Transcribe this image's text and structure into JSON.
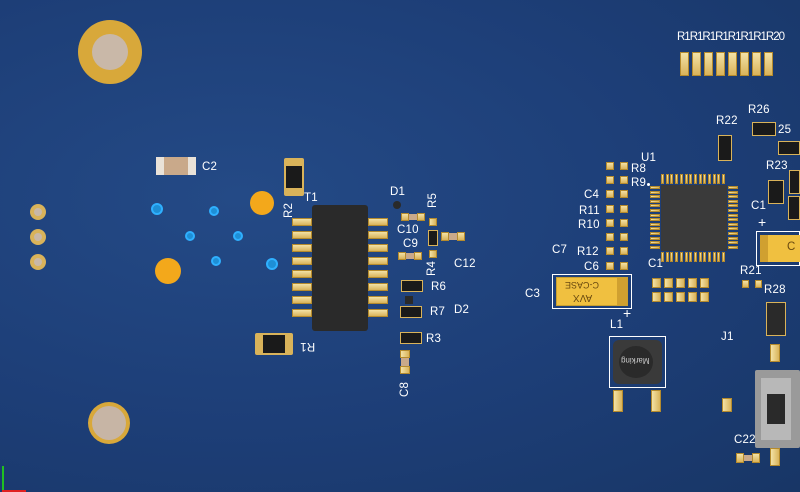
{
  "board": {
    "colors": {
      "substrate": "#1d3e77",
      "copper": "#d9b35a",
      "silkscreen": "#ffffff",
      "via": "#1e8fd6",
      "tantalum": "#f0c040"
    },
    "designators": {
      "R1_20": "R1R1R1R1R1R1R1R20",
      "R26": "R26",
      "R22": "R22",
      "R25": "25",
      "R23": "R23",
      "U1": "U1",
      "R8": "R8",
      "R9": "R9",
      "C4": "C4",
      "R11": "R11",
      "R10": "R10",
      "C7": "C7",
      "R12": "R12",
      "C6": "C6",
      "C1a": "C1",
      "C1b": "C1",
      "plus1": "+",
      "plus2": "+",
      "C_side": "C",
      "R21": "R21",
      "R28": "R28",
      "C3": "C3",
      "L1": "L1",
      "J1": "J1",
      "C22": "C22",
      "C2": "C2",
      "T1": "T1",
      "R2": "R2",
      "D1": "D1",
      "R5": "R5",
      "C10": "C10",
      "C9": "C9",
      "R4": "R4",
      "C12": "C12",
      "R6": "R6",
      "R7": "R7",
      "D2": "D2",
      "R3": "R3",
      "C8": "C8",
      "R1": "R1"
    },
    "tantalum_marking": {
      "line1": "C-CASE",
      "line2": "AVX"
    },
    "inductor_marking": "Marking"
  }
}
